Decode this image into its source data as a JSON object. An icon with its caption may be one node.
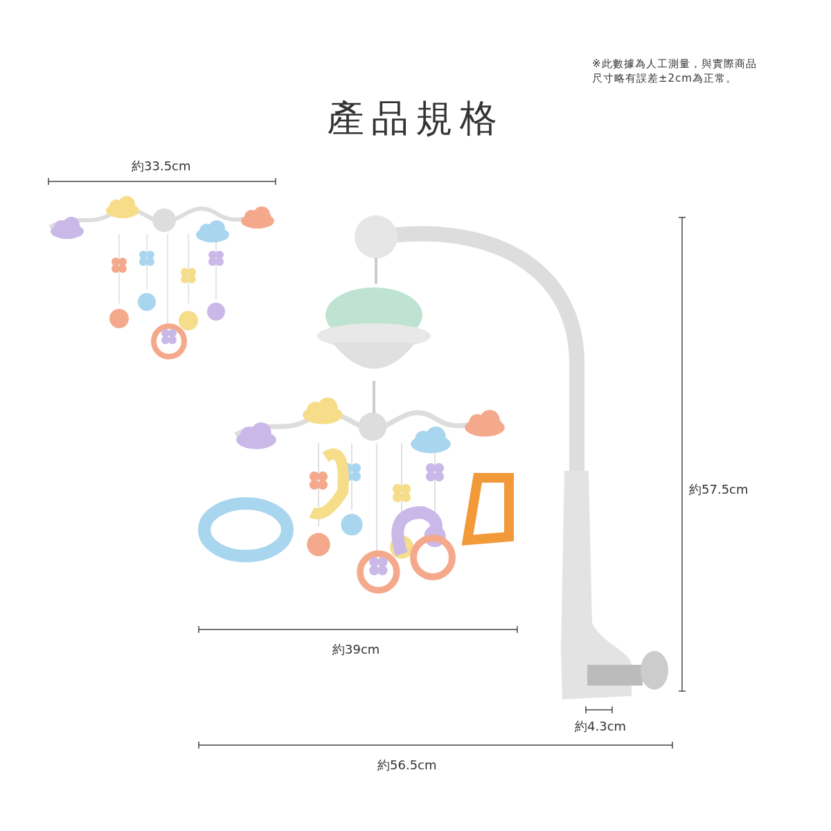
{
  "diagram": {
    "title": "產品規格",
    "labels": [
      "※此數據為人工測量，與實際商品尺寸略有誤差±2cm為正常。",
      "約33.5cm",
      "約57.5cm",
      "約39cm",
      "約4.3cm",
      "約56.5cm"
    ]
  }
}
